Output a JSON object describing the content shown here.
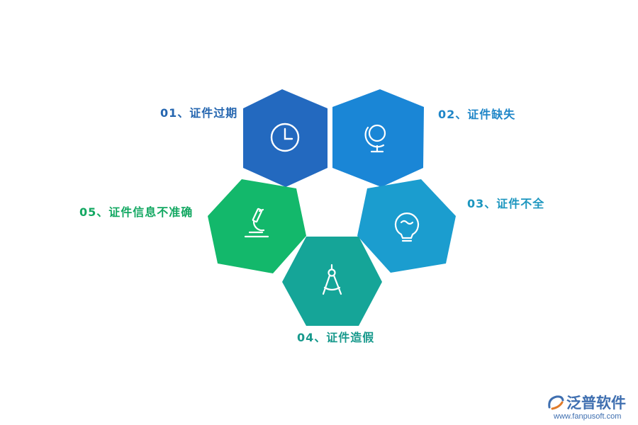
{
  "items": [
    {
      "label": "01、证件过期",
      "icon": "clock-icon",
      "color": "#2566b0"
    },
    {
      "label": "02、证件缺失",
      "icon": "globe-icon",
      "color": "#1f86c8"
    },
    {
      "label": "03、证件不全",
      "icon": "lightbulb-icon",
      "color": "#1c96bf"
    },
    {
      "label": "04、证件造假",
      "icon": "compass-icon",
      "color": "#17998c"
    },
    {
      "label": "05、证件信息不准确",
      "icon": "microscope-icon",
      "color": "#13a862"
    }
  ],
  "logo": {
    "name": "泛普软件",
    "url": "www.fanpusoft.com"
  }
}
